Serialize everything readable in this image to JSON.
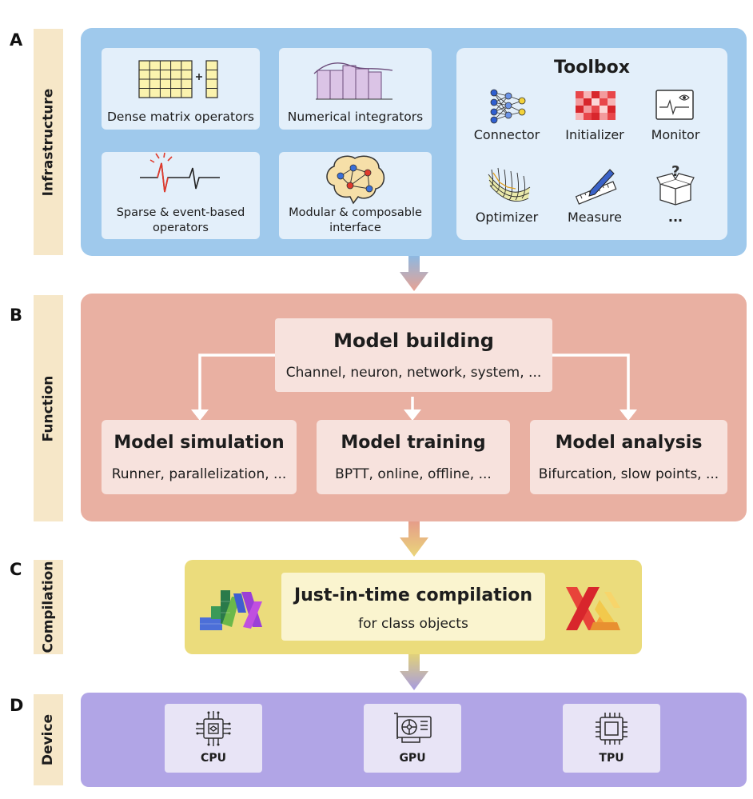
{
  "sections": {
    "a": {
      "letter": "A",
      "label": "Infrastructure"
    },
    "b": {
      "letter": "B",
      "label": "Function"
    },
    "c": {
      "letter": "C",
      "label": "Compilation"
    },
    "d": {
      "letter": "D",
      "label": "Device"
    }
  },
  "infrastructure": {
    "dense": "Dense matrix operators",
    "integrators": "Numerical integrators",
    "sparse_line1": "Sparse & event-based",
    "sparse_line2": "operators",
    "modular_line1": "Modular & composable",
    "modular_line2": "interface",
    "toolbox": {
      "title": "Toolbox",
      "items": [
        "Connector",
        "Initializer",
        "Monitor",
        "Optimizer",
        "Measure",
        "..."
      ]
    }
  },
  "function": {
    "building": {
      "title": "Model building",
      "sub": "Channel, neuron, network, system, ..."
    },
    "simulation": {
      "title": "Model simulation",
      "sub": "Runner, parallelization, ..."
    },
    "training": {
      "title": "Model training",
      "sub": "BPTT, online, offline, ..."
    },
    "analysis": {
      "title": "Model analysis",
      "sub": "Bifurcation, slow points, ..."
    }
  },
  "compilation": {
    "title": "Just-in-time compilation",
    "sub": "for class objects"
  },
  "devices": [
    "CPU",
    "GPU",
    "TPU"
  ],
  "colors": {
    "infra_panel": "#9fc9ec",
    "function_panel": "#e9b0a2",
    "compilation_panel": "#ebdc7c",
    "device_panel": "#b1a5e6",
    "side_label": "#f6e7c8"
  }
}
